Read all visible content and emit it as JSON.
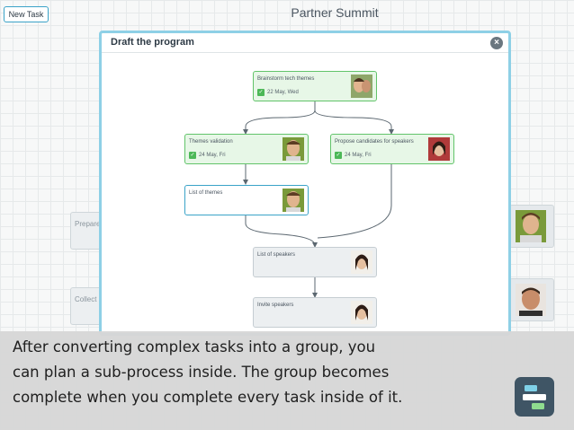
{
  "header": {
    "new_task_label": "New Task",
    "board_title": "Partner Summit"
  },
  "background": {
    "tasks": [
      {
        "label": "Prepare"
      },
      {
        "label": "Collect"
      }
    ]
  },
  "modal": {
    "title": "Draft the program",
    "close_glyph": "×",
    "tasks": [
      {
        "name": "Brainstorm tech themes",
        "date": "22 May, Wed",
        "status": "done"
      },
      {
        "name": "Themes validation",
        "date": "24 May, Fri",
        "status": "done"
      },
      {
        "name": "Propose candidates for speakers",
        "date": "24 May, Fri",
        "status": "done"
      },
      {
        "name": "List of themes",
        "date": "",
        "status": "active"
      },
      {
        "name": "List of speakers",
        "date": "",
        "status": "todo"
      },
      {
        "name": "Invite speakers",
        "date": "",
        "status": "todo"
      }
    ]
  },
  "caption": {
    "line1": "After converting complex tasks into a group, you",
    "line2": "can plan a sub-process inside. The group becomes",
    "line3": "complete when you complete every task inside of it."
  },
  "colors": {
    "done_border": "#62c46a",
    "active_border": "#3aa3c8",
    "modal_border": "#8ed0e6",
    "logo_bg": "#3f5565"
  }
}
